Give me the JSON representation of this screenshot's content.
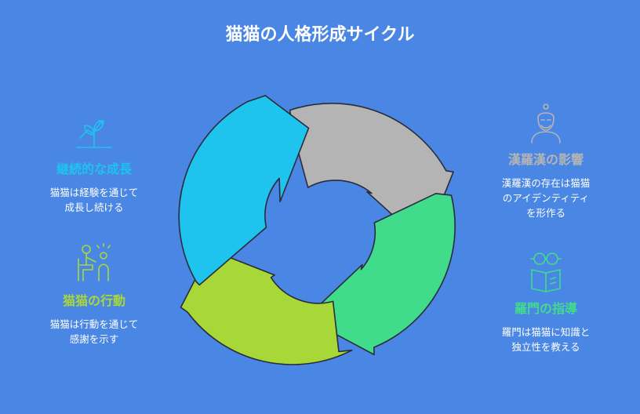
{
  "title": "猫猫の人格形成サイクル",
  "colors": {
    "background": "#4a86e4",
    "gray": "#b4b4b4",
    "green": "#40dc8c",
    "lime": "#a8d838",
    "cyan": "#1ec3ee",
    "outline": "#2b2b3a"
  },
  "stages": [
    {
      "heading": "継続的な成長",
      "desc": [
        "猫猫は経験を通じて",
        "成長し続ける"
      ],
      "icon": "growth-plant-icon",
      "color": "#1ec3ee"
    },
    {
      "heading": "漢羅漢の影響",
      "desc": [
        "漢羅漢の存在は猫猫",
        "のアイデンティティ",
        "を形作る"
      ],
      "icon": "elder-person-icon",
      "color": "#b4b4b4"
    },
    {
      "heading": "猫猫の行動",
      "desc": [
        "猫猫は行動を通じて",
        "感謝を示す"
      ],
      "icon": "helping-person-icon",
      "color": "#a8d838"
    },
    {
      "heading": "羅門の指導",
      "desc": [
        "羅門は猫猫に知識と",
        "独立性を教える"
      ],
      "icon": "reading-book-icon",
      "color": "#40dc8c"
    }
  ]
}
